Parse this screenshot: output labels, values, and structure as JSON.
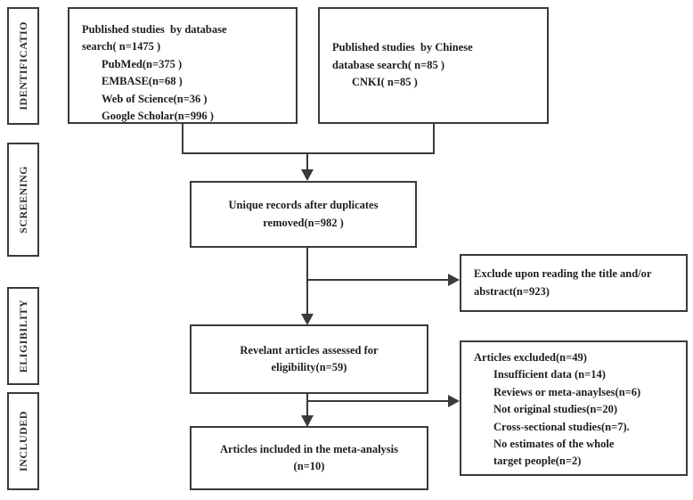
{
  "diagram": {
    "title": "PRISMA study selection flow diagram",
    "line_color": "#3a3a3a",
    "text_color": "#1d1d1d",
    "background": "#ffffff"
  },
  "phases": [
    {
      "id": "identification",
      "label": "IDENTIFICATIO"
    },
    {
      "id": "screening",
      "label": "SCREENING"
    },
    {
      "id": "eligibility",
      "label": "ELIGIBILITY"
    },
    {
      "id": "included",
      "label": "INCLUDED"
    }
  ],
  "nodes": {
    "database_search": {
      "name": "published-studies-database-search",
      "lines": [
        "Published studies  by database",
        "search( n=1475 )",
        "PubMed(n=375 )",
        "EMBASE(n=68 )",
        "Web of Science(n=36 )",
        "Google Scholar(n=996 )"
      ]
    },
    "chinese_search": {
      "name": "published-studies-chinese-database-search",
      "lines": [
        "Published studies  by Chinese",
        "database search( n=85 )",
        "CNKI( n=85 )"
      ]
    },
    "unique_records": {
      "name": "unique-records-after-duplicates",
      "lines": [
        "Unique records after duplicates",
        "removed(n=982 )"
      ]
    },
    "excluded_title_abstract": {
      "name": "excluded-title-abstract",
      "lines": [
        "Exclude upon reading the title and/or",
        "abstract(n=923)"
      ]
    },
    "eligibility_assessed": {
      "name": "relevant-articles-assessed",
      "lines": [
        "Revelant articles assessed for",
        "eligibility(n=59)"
      ]
    },
    "articles_excluded": {
      "name": "articles-excluded-reasons",
      "lines": [
        "Articles excluded(n=49)",
        "Insufficient data (n=14)",
        "Reviews or meta-anaylses(n=6)",
        "Not original studies(n=20)",
        "Cross-sectional studies(n=7).",
        "No estimates of the whole",
        "target people(n=2)"
      ]
    },
    "included_final": {
      "name": "articles-included-meta-analysis",
      "lines": [
        "Articles included in the meta-analysis",
        "(n=10)"
      ]
    }
  },
  "chart_data": {
    "type": "diagram",
    "title": "PRISMA flow diagram",
    "stages": [
      {
        "phase": "IDENTIFICATIO",
        "items": [
          {
            "label": "Published studies by database search",
            "n": 1475,
            "children": [
              {
                "label": "PubMed",
                "n": 375
              },
              {
                "label": "EMBASE",
                "n": 68
              },
              {
                "label": "Web of Science",
                "n": 36
              },
              {
                "label": "Google Scholar",
                "n": 996
              }
            ]
          },
          {
            "label": "Published studies by Chinese database search",
            "n": 85,
            "children": [
              {
                "label": "CNKI",
                "n": 85
              }
            ]
          }
        ]
      },
      {
        "phase": "SCREENING",
        "items": [
          {
            "label": "Unique records after duplicates removed",
            "n": 982
          },
          {
            "label": "Exclude upon reading the title and/or abstract",
            "n": 923,
            "excluded": true
          }
        ]
      },
      {
        "phase": "ELIGIBILITY",
        "items": [
          {
            "label": "Revelant articles assessed for eligibility",
            "n": 59
          },
          {
            "label": "Articles excluded",
            "n": 49,
            "excluded": true,
            "children": [
              {
                "label": "Insufficient data",
                "n": 14
              },
              {
                "label": "Reviews or meta-anaylses",
                "n": 6
              },
              {
                "label": "Not original studies",
                "n": 20
              },
              {
                "label": "Cross-sectional studies",
                "n": 7
              },
              {
                "label": "No estimates of the whole target people",
                "n": 2
              }
            ]
          }
        ]
      },
      {
        "phase": "INCLUDED",
        "items": [
          {
            "label": "Articles included in the meta-analysis",
            "n": 10
          }
        ]
      }
    ]
  }
}
